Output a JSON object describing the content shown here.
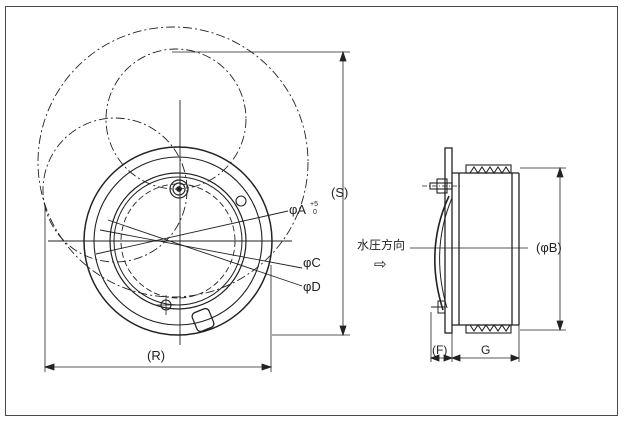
{
  "colors": {
    "line": "#222222",
    "frame": "#4a4a4a",
    "background": "#ffffff"
  },
  "front_view": {
    "dim_S": "(S)",
    "dim_A_prefix": "φA",
    "dim_A_tol_upper": "+5",
    "dim_A_tol_lower": "0",
    "dim_C": "φC",
    "dim_D": "φD",
    "dim_R": "(R)"
  },
  "side_view": {
    "flow_label": "水圧方向",
    "flow_arrow": "⇨",
    "dim_B": "(φB)",
    "dim_F": "(F)",
    "dim_G": "G"
  }
}
